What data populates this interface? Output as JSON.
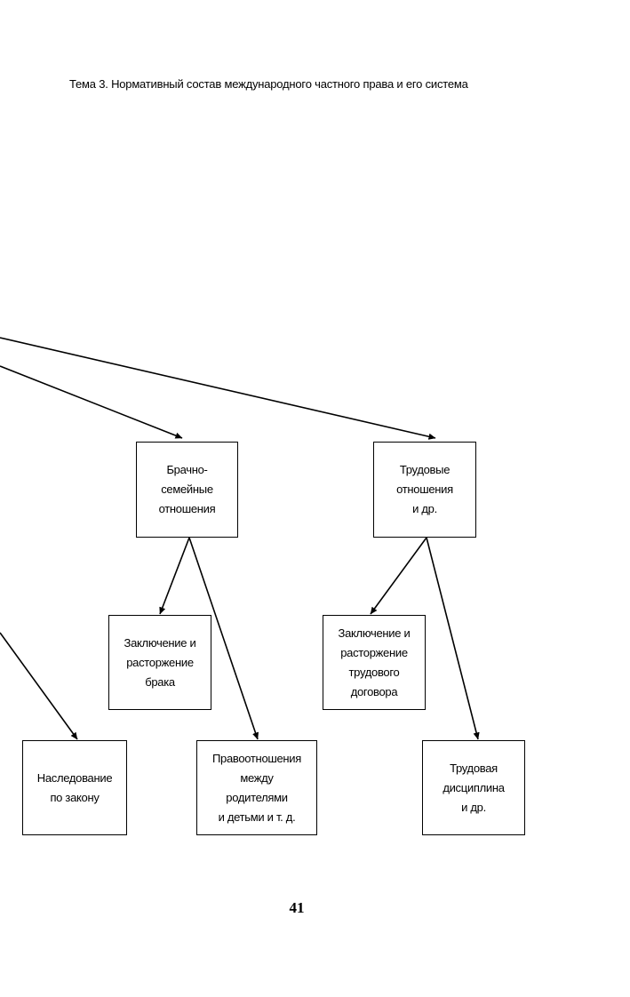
{
  "header": {
    "running_title": "Тема 3. Нормативный состав международного частного права и его система"
  },
  "diagram": {
    "nodes": {
      "family": "Брачно-\nсемейные\nотношения",
      "labor": "Трудовые\nотношения\nи др.",
      "marriage": "Заключение и\nрасторжение\nбрака",
      "parents": "Правоотношения\nмежду\nродителями\nи детьми и т. д.",
      "inheritance": "Наследование\nпо закону",
      "employment": "Заключение и\nрасторжение\nтрудового\nдоговора",
      "discipline": "Трудовая\nдисциплина\nи др."
    }
  },
  "footer": {
    "page_number": "41"
  }
}
